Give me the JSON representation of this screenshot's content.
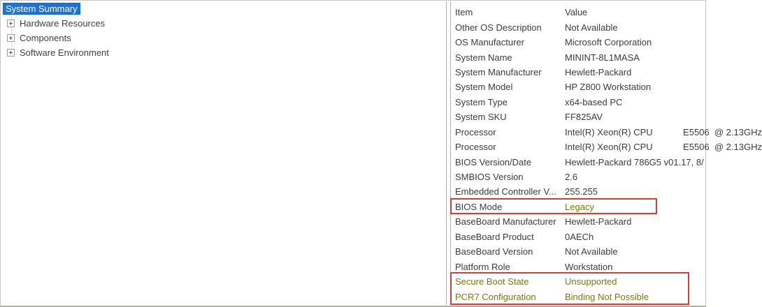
{
  "tree": {
    "items": [
      {
        "label": "System Summary",
        "selected": true,
        "expandable": false
      },
      {
        "label": "Hardware Resources",
        "selected": false,
        "expandable": true
      },
      {
        "label": "Components",
        "selected": false,
        "expandable": true
      },
      {
        "label": "Software Environment",
        "selected": false,
        "expandable": true
      }
    ]
  },
  "details": {
    "columns": {
      "item": "Item",
      "value": "Value"
    },
    "rows": [
      {
        "item": "Other OS Description",
        "value": "Not Available"
      },
      {
        "item": "OS Manufacturer",
        "value": "Microsoft Corporation"
      },
      {
        "item": "System Name",
        "value": "MININT-8L1MASA"
      },
      {
        "item": "System Manufacturer",
        "value": "Hewlett-Packard"
      },
      {
        "item": "System Model",
        "value": "HP Z800 Workstation"
      },
      {
        "item": "System Type",
        "value": "x64-based PC"
      },
      {
        "item": "System SKU",
        "value": "FF825AV"
      },
      {
        "item": "Processor",
        "value": "Intel(R) Xeon(R) CPU            E5506  @ 2.13GHz"
      },
      {
        "item": "Processor",
        "value": "Intel(R) Xeon(R) CPU            E5506  @ 2.13GHz"
      },
      {
        "item": "BIOS Version/Date",
        "value": "Hewlett-Packard 786G5 v01.17, 8/"
      },
      {
        "item": "SMBIOS Version",
        "value": "2.6"
      },
      {
        "item": "Embedded Controller V...",
        "value": "255.255"
      },
      {
        "item": "BIOS Mode",
        "value": "Legacy",
        "value_highlight": true
      },
      {
        "item": "BaseBoard Manufacturer",
        "value": "Hewlett-Packard"
      },
      {
        "item": "BaseBoard Product",
        "value": "0AECh"
      },
      {
        "item": "BaseBoard Version",
        "value": "Not Available"
      },
      {
        "item": "Platform Role",
        "value": "Workstation"
      },
      {
        "item": "Secure Boot State",
        "value": "Unsupported",
        "item_highlight": true,
        "value_highlight": true
      },
      {
        "item": "PCR7 Configuration",
        "value": "Binding Not Possible",
        "item_highlight": true,
        "value_highlight": true
      }
    ]
  },
  "annotations": [
    {
      "name": "bios-mode-annotation-box",
      "color": "#d13e3e"
    },
    {
      "name": "secure-boot-annotation-box",
      "color": "#d13e3e"
    }
  ],
  "colors": {
    "selection_bg": "#1f74d2",
    "selection_border": "#1663b7",
    "text": "#3c3c3c",
    "highlight_text": "#817700",
    "annotation_red": "#d13e3e",
    "splitter": "#b0b0b0"
  }
}
